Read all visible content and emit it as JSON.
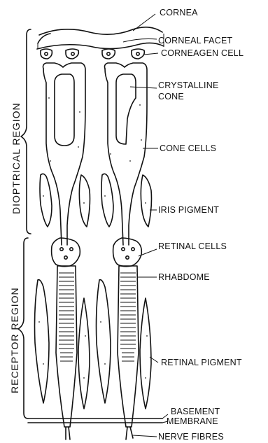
{
  "diagram": {
    "labels": {
      "cornea": "CORNEA",
      "corneal_facet": "CORNEAL FACET",
      "corneagen_cell": "CORNEAGEN CELL",
      "crystalline_cone_1": "CRYSTALLINE",
      "crystalline_cone_2": "CONE",
      "cone_cells": "CONE CELLS",
      "iris_pigment": "IRIS PIGMENT",
      "retinal_cells": "RETINAL CELLS",
      "rhabdome": "RHABDOME",
      "retinal_pigment": "RETINAL PIGMENT",
      "basement_membrane_1": "BASEMENT",
      "basement_membrane_2": "MEMBRANE",
      "nerve_fibres": "NERVE FIBRES"
    },
    "regions": {
      "dioptrical": "DIOPTRICAL REGION",
      "receptor": "RECEPTOR REGION"
    }
  }
}
